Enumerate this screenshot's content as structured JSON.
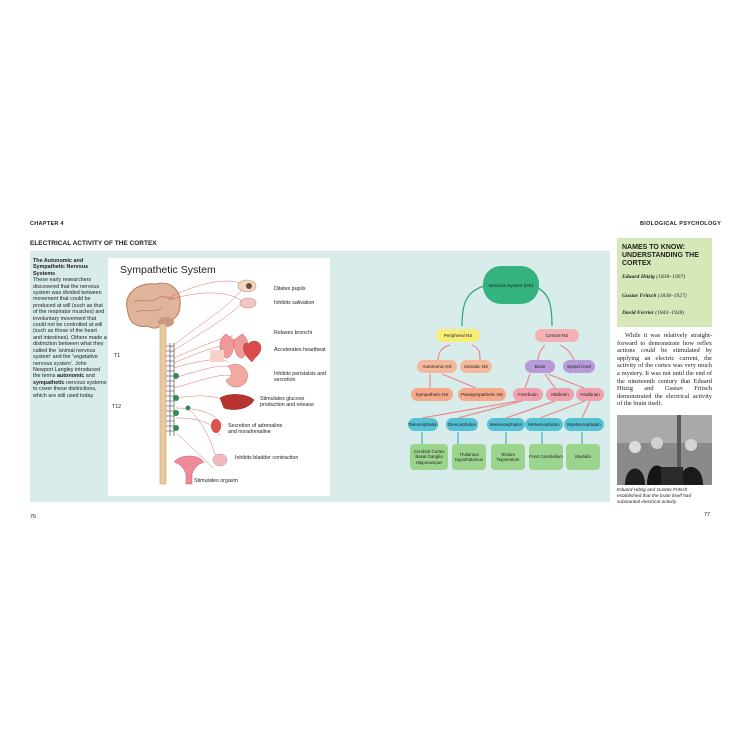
{
  "header": {
    "chapter": "CHAPTER 4",
    "right": "BIOLOGICAL PSYCHOLOGY",
    "section_title": "ELECTRICAL ACTIVITY OF THE CORTEX"
  },
  "sidebar": {
    "title": "The Autonomic and Sympathetic Nervous Systems",
    "body_1": "These early researchers discovered that the nervous system was divided between movement that could be produced at will (such as that of the respirator muscles) and involuntary movement that could not be controlled at will (such as those of the heart and intestines). Others made a distinction between what they called the ‘animal nervous system’ and the ‘vegetative nervous system’. John Newport Langley introduced the terms",
    "bold_1": "autonomic",
    "and": "and",
    "bold_2": "sympathetic",
    "body_2": "nervous systems to cover these distinctions, which are still used today."
  },
  "sympathetic": {
    "title": "Sympathetic System",
    "t1": "T1",
    "t12": "T12",
    "labels": [
      "Dilates pupils",
      "Inhibits salivation",
      "Relaxes bronchi",
      "Accelerates heartbeat",
      "Inhibits peristalsis and secretion",
      "Stimulates glucose production and release",
      "Secretion of adrenaline and noradrenaline",
      "Inhibits bladder contraction",
      "Stimulates orgasm"
    ]
  },
  "tree": {
    "root": "Nervous System (NS)",
    "peripheral": "Peripheral NS",
    "central": "Central NS",
    "autonomic": "Autonomic NS",
    "somatic": "Somatic NS",
    "brain": "Brain",
    "spinal": "Spinal Cord",
    "sympathetic": "Sympathetic NS",
    "parasympathetic": "Parasympathetic NS",
    "forebrain": "Forebrain",
    "midbrain": "Midbrain",
    "hindbrain": "Hindbrain",
    "telencephalon": "Telencephalon",
    "diencephalon": "Diencephalon",
    "mesencephalon": "Mesencephalon",
    "metencephalon": "Metencephalon",
    "myelencephalon": "Myelencephalon",
    "tel_parts": "Cerebral Cortex Basal Ganglia Hippocampus",
    "die_parts": "Thalamus Hypothalamus",
    "mes_parts": "Tectum Tegmentum",
    "met_parts": "Pons Cerebellum",
    "mye_parts": "Medulla"
  },
  "names": {
    "title_1": "NAMES TO KNOW:",
    "title_2": "UNDERSTANDING THE CORTEX",
    "people": [
      {
        "name": "Eduard Hitzig",
        "years": "(1838–1907)"
      },
      {
        "name": "Gustav Fritsch",
        "years": "(1838–1927)"
      },
      {
        "name": "David Ferrier",
        "years": "(1843–1928)"
      }
    ]
  },
  "body": "While it was relatively straight­forward to demonstrate how reflex actions could be stimulated by applying an electric current, the activity of the cortex was very much a mystery. It was not until the end of the nineteenth century that Eduard Hitzig and Gustav Fritsch demonstrated the electrical activity of the brain itself.",
  "caption": "Eduard Hitzig and Gustav Fritsch established that the brain itself had substantial electrical activity.",
  "pages": {
    "left": "76",
    "right": "77"
  }
}
